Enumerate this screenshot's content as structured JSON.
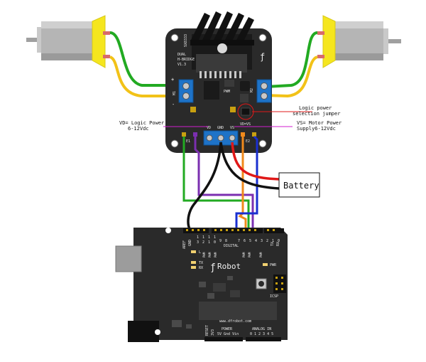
{
  "driver_board": {
    "code": "SX8333",
    "title_lines": [
      "DUAL",
      "H-BRIDGE",
      "V1.3"
    ],
    "pwm_label": "PWM",
    "m1_label": "M1",
    "m2_label": "M2",
    "vd_label": "VD",
    "gnd_label": "GND",
    "vs_label": "VS",
    "vdvs_label": "VD=VS",
    "e1_label": "E1",
    "e2_label": "E2"
  },
  "annotations": {
    "logic_jumper_line1": "Logic power",
    "logic_jumper_line2": "selection jumper",
    "vd_line1": "VD= Logic Power",
    "vd_line2": "6-12Vdc",
    "vs_line1": "VS= Motor Power",
    "vs_line2": "Supply6-12Vdc"
  },
  "battery": {
    "label": "Battery"
  },
  "arduino": {
    "brand": "Robot",
    "url": "www.dfrobot.com",
    "digital_label": "DIGITAL",
    "aref": "AREF",
    "gnd": "GND",
    "pin_numbers": [
      "1",
      "1",
      "1",
      "1",
      "9",
      "8",
      "7",
      "6",
      "5",
      "4",
      "3",
      "2",
      "1",
      "0"
    ],
    "pin_numbers_top": [
      "1",
      "1",
      "1",
      "1"
    ],
    "pin_numbers_bottom": [
      "3",
      "2",
      "1",
      "0"
    ],
    "pwm_marks": [
      "PWM",
      "PWM",
      "PWM",
      "PWM",
      "PWM",
      "PWM"
    ],
    "tx_label": "TX",
    "rx_label": "RX",
    "l_label": "L",
    "tx_led": "TX",
    "rx_led": "RX",
    "pwr_label": "PWR",
    "icsp_label": "ICSP",
    "reset_label": "RESET",
    "v33_label": "3V3",
    "power_label": "POWER",
    "power_pins": "5V Gnd Vin",
    "analog_label": "ANALOG IN",
    "analog_pins": "0 1 2 3 4 5"
  },
  "colors": {
    "wire_green": "#22aa22",
    "wire_yellow": "#f2c218",
    "wire_purple": "#7b2fb0",
    "wire_orange": "#f08a1c",
    "wire_blue": "#1a2fd0",
    "wire_red": "#e01818",
    "wire_black": "#111111",
    "board": "#2a2a2a",
    "terminal": "#1e73c8",
    "motor_cap": "#f5e61e"
  }
}
